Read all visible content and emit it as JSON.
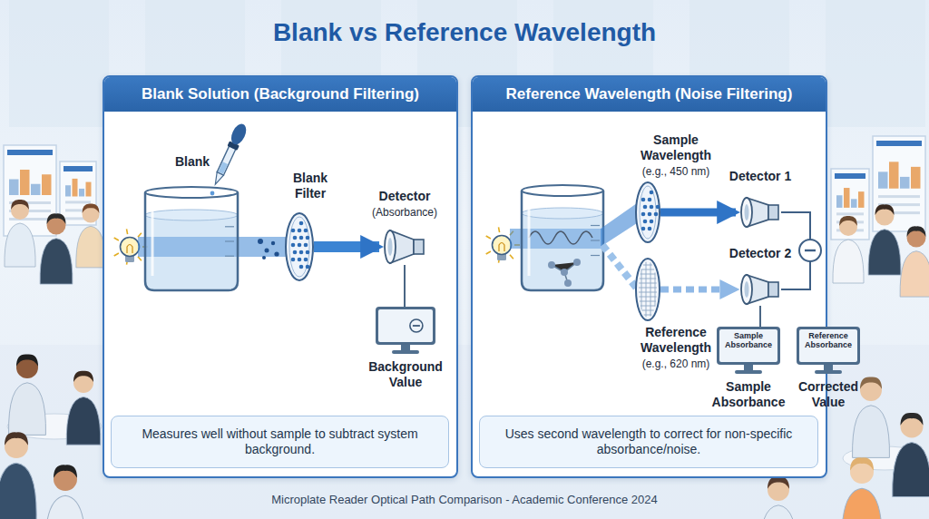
{
  "diagram": {
    "title": "Blank vs Reference Wavelength",
    "caption": "Microplate Reader Optical Path Comparison - Academic Conference 2024",
    "nodes": [
      {
        "text": [
          "Blank Solution (Background Filtering)"
        ]
      },
      {
        "text": [
          "Blank Filter"
        ],
        "in": 0
      },
      {
        "text": [
          "Detector",
          "(Absorbance)"
        ],
        "in": 0
      },
      {
        "text": [
          "Background Value"
        ],
        "in": 0
      },
      {
        "text": [
          "Measures well without sample to subtract system background."
        ],
        "in": 0
      },
      {
        "text": [
          "Reference Wavelength (Noise Filtering)"
        ]
      },
      {
        "text": [
          "Sample Wavelength",
          "(e.g., 450 nm)"
        ],
        "in": 5
      },
      {
        "text": [
          "Reference Wavelength",
          "(e.g., 620 nm)"
        ],
        "in": 5
      },
      {
        "text": [
          "Detector 1"
        ],
        "in": 5
      },
      {
        "text": [
          "Detector 2"
        ],
        "in": 5
      },
      {
        "text": [
          "Sample Absorbance",
          "Sample Absorbance"
        ],
        "in": 5
      },
      {
        "text": [
          "Reference Absorbance",
          "Corrected Value"
        ],
        "in": 5
      },
      {
        "text": [
          "Uses second wavelength to correct for non-specific absorbance/noise."
        ],
        "in": 5
      }
    ],
    "edges": [
      {
        "from": 1,
        "to": 2,
        "arrow": "to"
      },
      {
        "from": 2,
        "to": 3,
        "arrow": "none"
      },
      {
        "from": 6,
        "to": 8,
        "arrow": "to"
      },
      {
        "from": 7,
        "to": 9,
        "arrow": "to"
      },
      {
        "from": 9,
        "to": 10,
        "arrow": "none"
      }
    ],
    "labels": [
      "Blank"
    ]
  }
}
